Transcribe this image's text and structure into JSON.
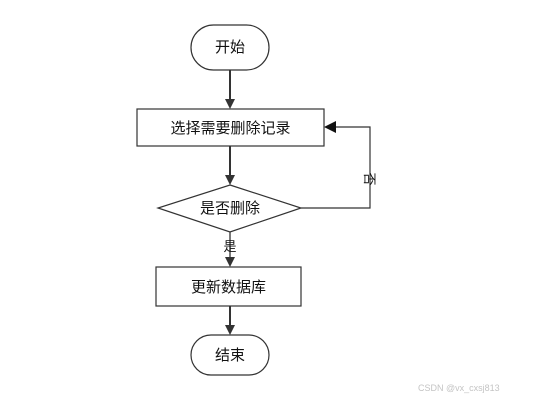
{
  "nodes": {
    "start": "开始",
    "select_record": "选择需要删除记录",
    "decision_delete": "是否删除",
    "update_database": "更新数据库",
    "end": "结束"
  },
  "edges": {
    "yes_label": "是",
    "no_label": "否"
  },
  "watermark": "CSDN @vx_cxsj813",
  "colors": {
    "stroke": "#333333",
    "node_fill": "#ffffff",
    "arrow": "#333333",
    "text": "#111111",
    "watermark": "#c4c4c4"
  }
}
